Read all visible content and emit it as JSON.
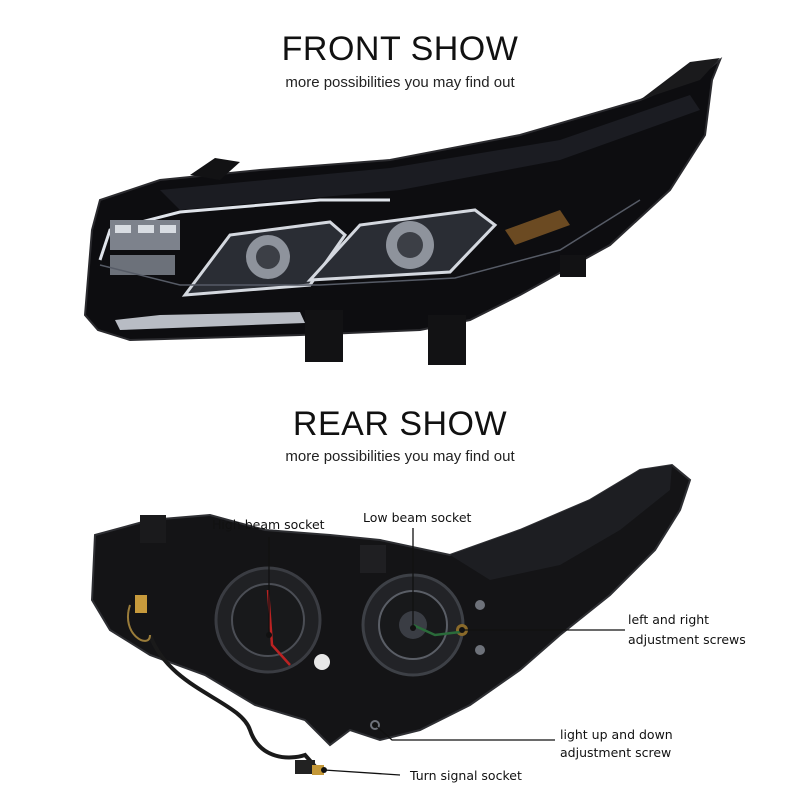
{
  "front": {
    "title": "FRONT SHOW",
    "subtitle": "more possibilities you may find out"
  },
  "rear": {
    "title": "REAR SHOW",
    "subtitle": "more possibilities you may find out"
  },
  "callouts": {
    "high_beam": "High beam socket",
    "low_beam": "Low beam socket",
    "adjust_lr_line1": "left and right",
    "adjust_lr_line2": "adjustment screws",
    "adjust_ud_line1": "light up and down",
    "adjust_ud_line2": "adjustment screw",
    "turn_signal": "Turn signal socket"
  },
  "colors": {
    "housing": "#0c0c0e",
    "chrome": "#c9ced6",
    "wire_red": "#b22",
    "wire_green": "#2a6b3a"
  }
}
